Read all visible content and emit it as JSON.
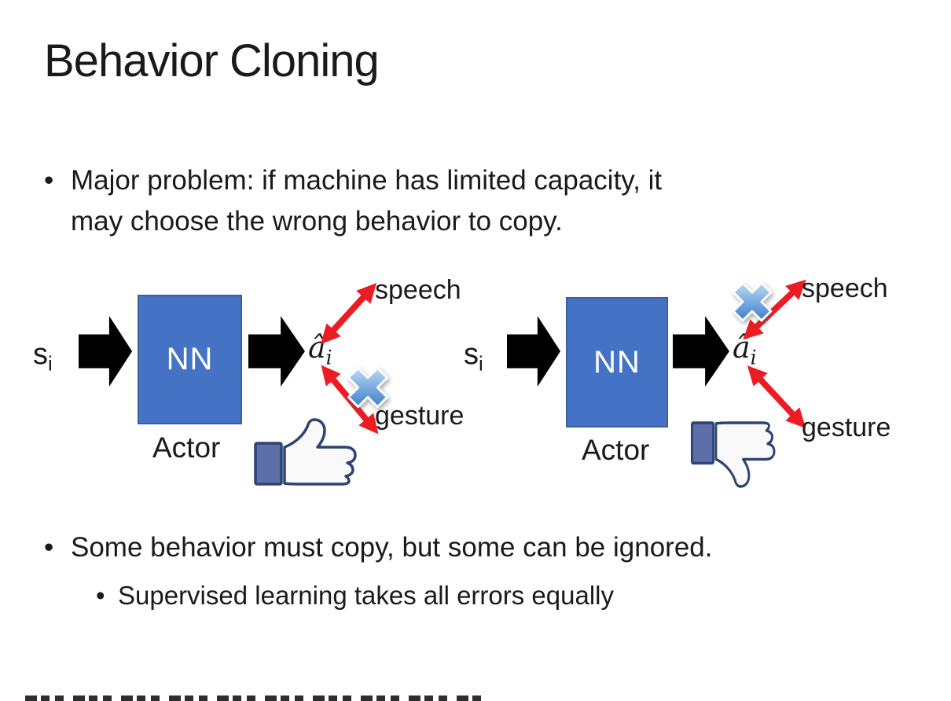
{
  "slide": {
    "title": "Behavior Cloning",
    "bullets": {
      "marker": "•",
      "b1_line1": "Major problem: if machine has limited capacity, it",
      "b1_line2": "may choose the wrong behavior to copy.",
      "b2": "Some behavior must copy, but some can be ignored.",
      "b2_sub": "Supervised learning takes all errors equally"
    }
  },
  "diagrams": [
    {
      "input_label": "s",
      "input_subscript": "i",
      "network_label": "NN",
      "role_label": "Actor",
      "output_label": "â",
      "output_subscript": "i",
      "branch_top": "speech",
      "branch_bottom": "gesture",
      "crossed_branch": "gesture",
      "feedback": "thumbs-up"
    },
    {
      "input_label": "s",
      "input_subscript": "i",
      "network_label": "NN",
      "role_label": "Actor",
      "output_label": "â",
      "output_subscript": "i",
      "branch_top": "speech",
      "branch_bottom": "gesture",
      "crossed_branch": "speech",
      "feedback": "thumbs-down"
    }
  ],
  "colors": {
    "background": "#ffffff",
    "text": "#1a1a1a",
    "nn_box_fill": "#4472c4",
    "nn_box_border": "#3a60a0",
    "nn_text": "#ffffff",
    "block_arrow": "#000000",
    "double_arrow_red": "#ec1c24",
    "thumb_outline": "#2d4373",
    "thumb_cuff": "#5d6fa8",
    "thumb_hand": "#f9f9f9"
  }
}
